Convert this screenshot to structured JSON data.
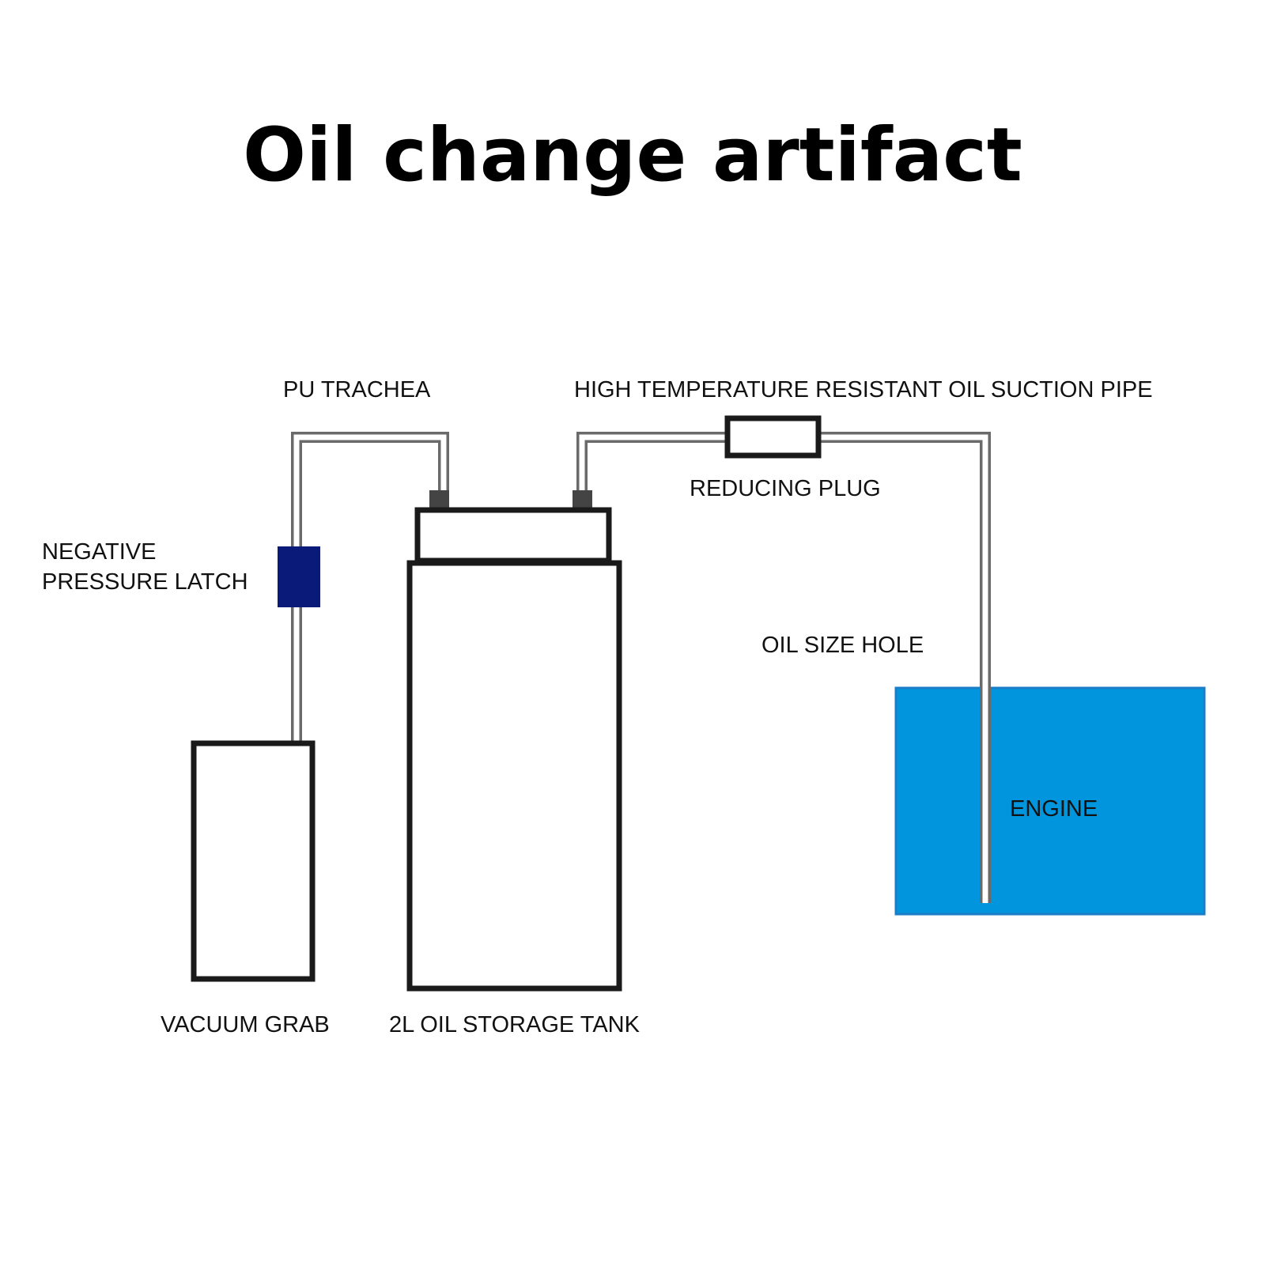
{
  "title": "Oil change artifact",
  "labels": {
    "pu_trachea": "PU TRACHEA",
    "suction_pipe": "HIGH TEMPERATURE RESISTANT OIL SUCTION PIPE",
    "reducing_plug": "REDUCING PLUG",
    "negative_pressure_latch_line1": "NEGATIVE",
    "negative_pressure_latch_line2": "PRESSURE LATCH",
    "oil_size_hole": "OIL SIZE HOLE",
    "engine": "ENGINE",
    "vacuum_grab": "VACUUM GRAB",
    "storage_tank": "2L OIL STORAGE TANK"
  },
  "colors": {
    "engine_fill": "#0095DD",
    "latch_fill": "#0A1A78",
    "outline": "#1a1a1a",
    "connector": "#444444",
    "pipe": "#6a6a6a"
  }
}
